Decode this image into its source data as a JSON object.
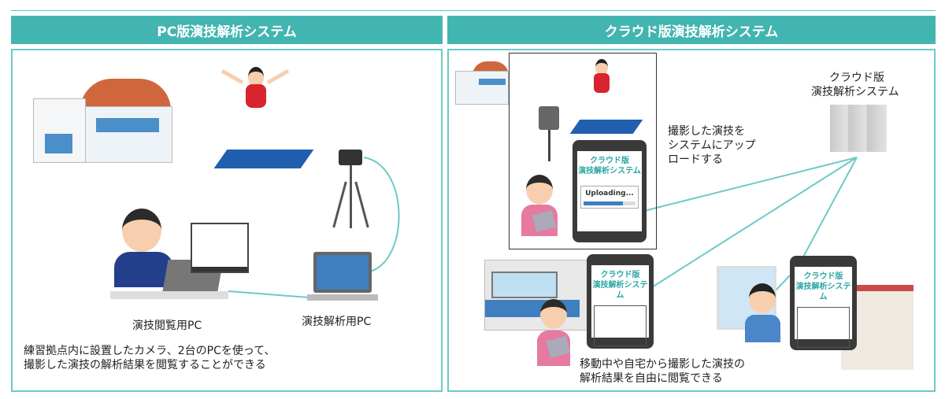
{
  "left": {
    "title": "PC版演技解析システム",
    "viewer_pc_label": "演技閲覧用PC",
    "analysis_pc_label": "演技解析用PC",
    "description_line1": "練習拠点内に設置したカメラ、2台のPCを使って、",
    "description_line2": "撮影した演技の解析結果を閲覧することができる"
  },
  "right": {
    "title": "クラウド版演技解析システム",
    "server_label_line1": "クラウド版",
    "server_label_line2": "演技解析システム",
    "upload_line1": "撮影した演技を",
    "upload_line2": "システムにアップ",
    "upload_line3": "ロードする",
    "tablet_title_line1": "クラウド版",
    "tablet_title_line2": "演技解析システム",
    "uploading": "Uploading...",
    "upload_progress": 0.75,
    "description_line1": "移動中や自宅から撮影した演技の",
    "description_line2": "解析結果を自由に閲覧できる"
  },
  "colors": {
    "accent": "#43b5b0",
    "line": "#6ccac6"
  }
}
